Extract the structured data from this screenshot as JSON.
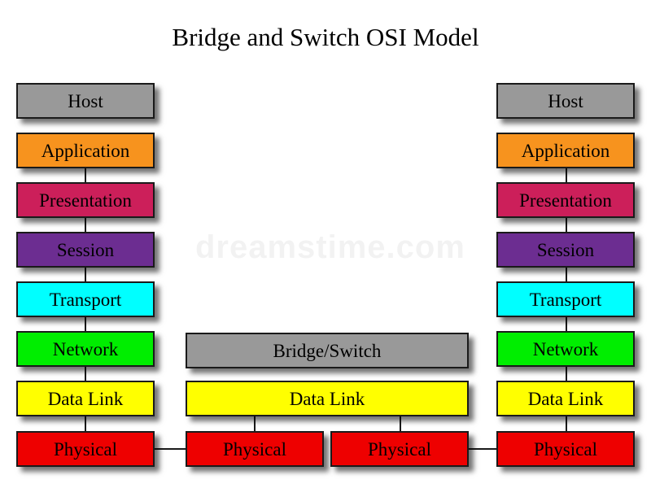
{
  "title": "Bridge and Switch OSI Model",
  "watermark": "dreamstime.com",
  "colors": {
    "host": "#999999",
    "application": "#f7931e",
    "presentation": "#cc1f5a",
    "session": "#6c2d91",
    "transport": "#00ffff",
    "network": "#00ee00",
    "data_link": "#ffff00",
    "physical": "#ee0000"
  },
  "left_stack": {
    "host": "Host",
    "application": "Application",
    "presentation": "Presentation",
    "session": "Session",
    "transport": "Transport",
    "network": "Network",
    "data_link": "Data Link",
    "physical": "Physical"
  },
  "bridge": {
    "label": "Bridge/Switch",
    "data_link": "Data Link",
    "physical_left": "Physical",
    "physical_right": "Physical"
  },
  "right_stack": {
    "host": "Host",
    "application": "Application",
    "presentation": "Presentation",
    "session": "Session",
    "transport": "Transport",
    "network": "Network",
    "data_link": "Data Link",
    "physical": "Physical"
  }
}
